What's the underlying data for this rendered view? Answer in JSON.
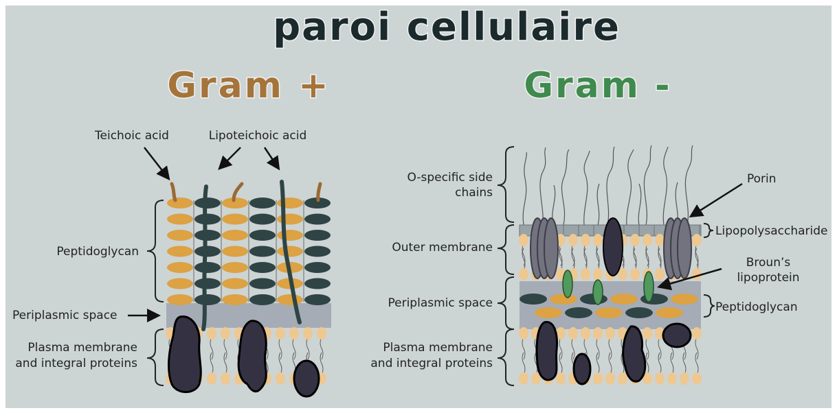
{
  "title": "paroi cellulaire",
  "colors": {
    "background": "#cdd4d4",
    "gram_positive": "#a5743a",
    "gram_negative": "#3f8a4e",
    "peptidoglycan_orange": "#dca243",
    "peptidoglycan_dark": "#2e4445",
    "periplasm": "#a5acb6",
    "protein": "#343242",
    "lipid_head": "#eec891",
    "porin": "#73737f",
    "lps": "#9aa4a8",
    "lipoprotein": "#4f9a5c"
  },
  "gram_positive": {
    "heading": "Gram +",
    "labels": {
      "teichoic_acid": "Teichoic acid",
      "lipoteichoic_acid": "Lipoteichoic acid",
      "peptidoglycan": "Peptidoglycan",
      "periplasmic_space": "Periplasmic space",
      "plasma_membrane_1": "Plasma membrane",
      "plasma_membrane_2": "and integral proteins"
    }
  },
  "gram_negative": {
    "heading": "Gram -",
    "labels": {
      "o_specific_1": "O-specific side",
      "o_specific_2": "chains",
      "porin": "Porin",
      "outer_membrane": "Outer membrane",
      "lipopolysaccharide": "Lipopolysaccharide",
      "brouns_1": "Broun’s",
      "brouns_2": "lipoprotein",
      "periplasmic_space": "Periplasmic space",
      "peptidoglycan": "Peptidoglycan",
      "plasma_membrane_1": "Plasma membrane",
      "plasma_membrane_2": "and integral proteins"
    }
  }
}
